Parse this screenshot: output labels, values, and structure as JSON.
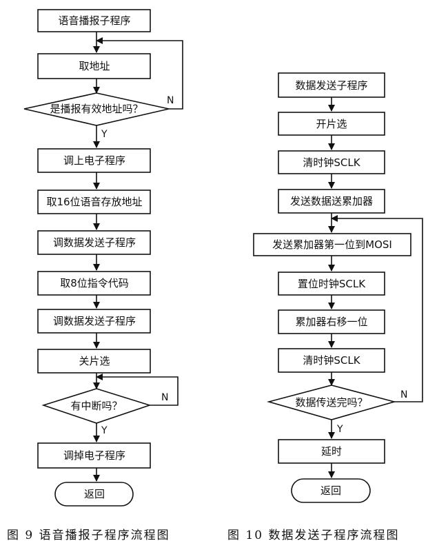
{
  "figure9": {
    "nodes": {
      "start": "语音播报子程序",
      "get_addr": "取地址",
      "check_addr": "是播报有效地址吗？",
      "call_power_on": "调上电子程序",
      "get_16bit_addr": "取16位语音存放地址",
      "call_send_1": "调数据发送子程序",
      "get_8bit_cmd": "取8位指令代码",
      "call_send_2": "调数据发送子程序",
      "close_cs": "关片选",
      "check_int": "有中断吗？",
      "call_power_off": "调掉电子程序",
      "return": "返回"
    },
    "labels": {
      "yes1": "Y",
      "no1": "N",
      "yes2": "Y",
      "no2": "N"
    },
    "caption": "图 9   语音播报子程序流程图"
  },
  "figure10": {
    "nodes": {
      "start": "数据发送子程序",
      "open_cs": "开片选",
      "clear_clk_1": "清时钟SCLK",
      "send_to_acc": "发送数据送累加器",
      "send_bit": "发送累加器第一位到MOSI",
      "set_clk": "置位时钟SCLK",
      "shift_right": "累加器右移一位",
      "clear_clk_2": "清时钟SCLK",
      "check_done": "数据传送完吗？",
      "delay": "延时",
      "return": "返回"
    },
    "labels": {
      "yes": "Y",
      "no": "N"
    },
    "caption": "图 10   数据发送子程序流程图"
  }
}
